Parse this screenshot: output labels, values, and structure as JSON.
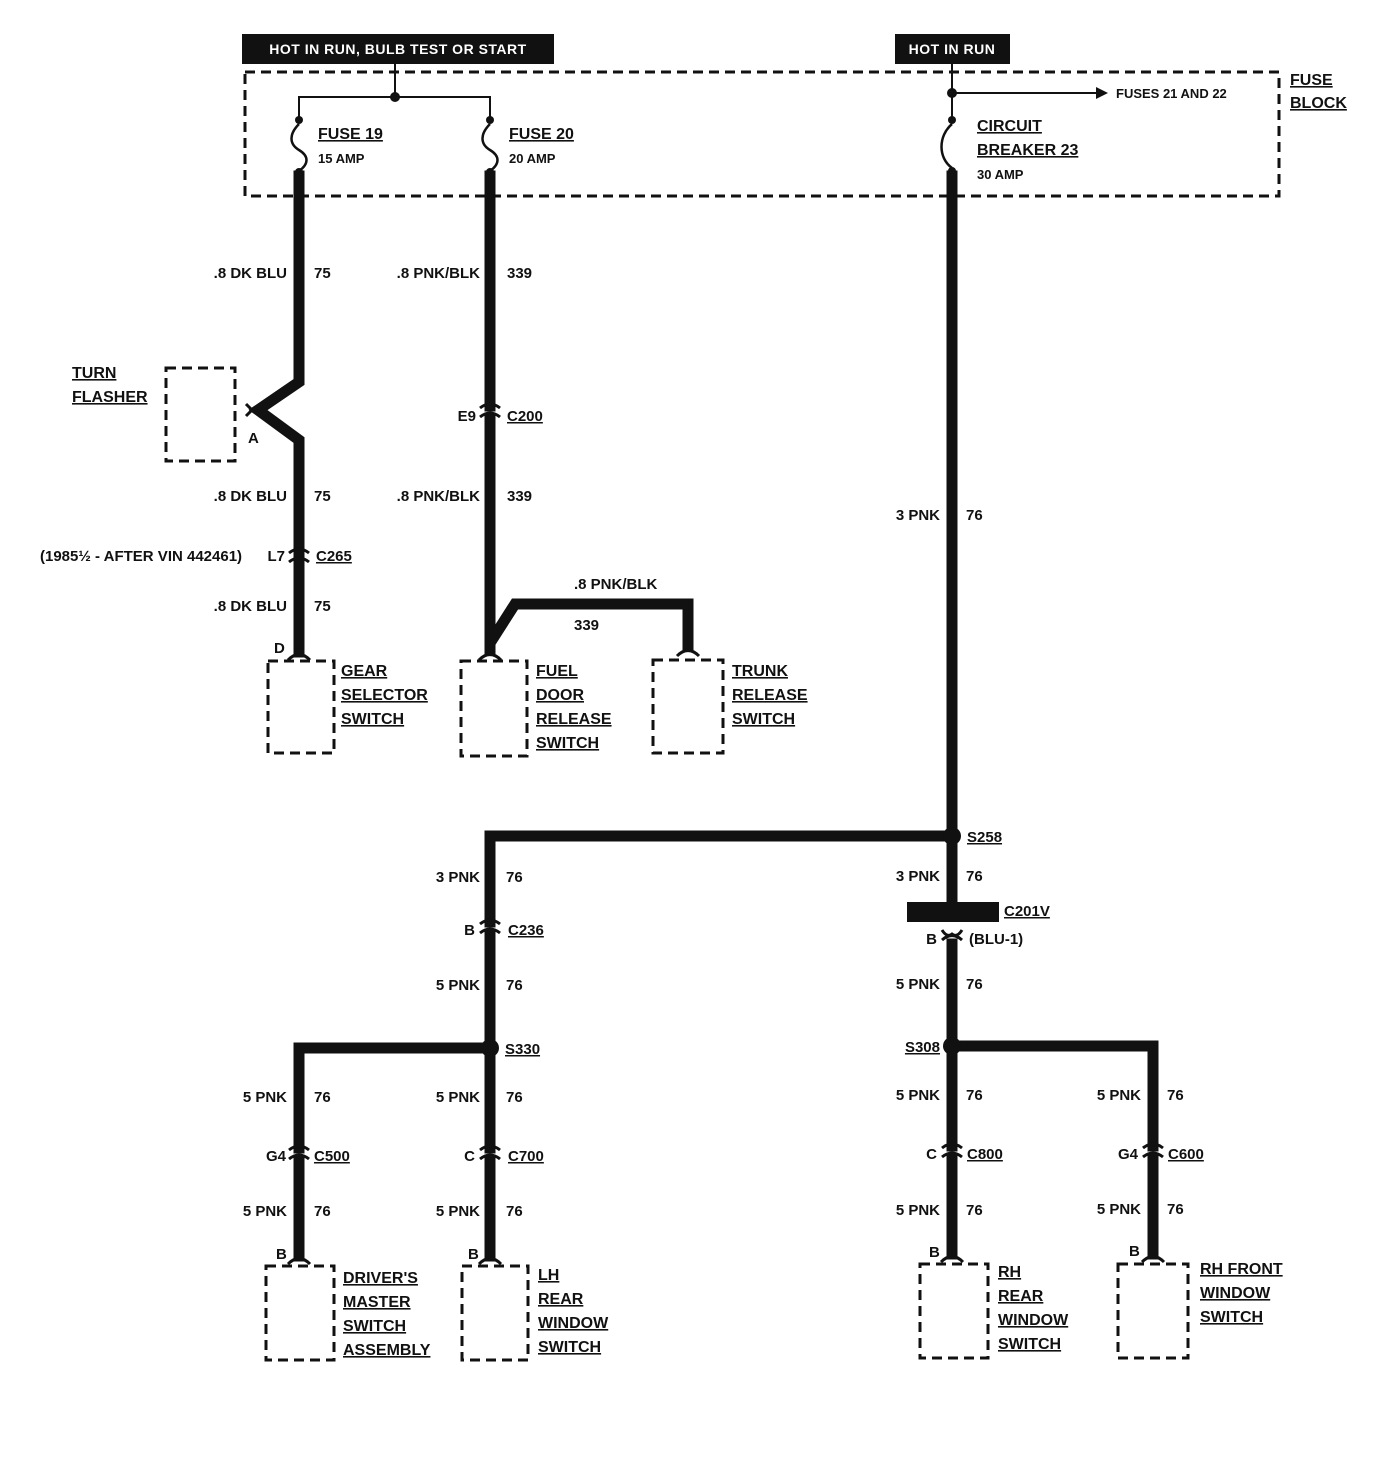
{
  "headers": {
    "left": "HOT IN RUN, BULB TEST OR START",
    "right": "HOT IN RUN"
  },
  "fuse_block": {
    "label_line1": "FUSE",
    "label_line2": "BLOCK",
    "fuse19_name": "FUSE 19",
    "fuse19_amp": "15 AMP",
    "fuse20_name": "FUSE 20",
    "fuse20_amp": "20 AMP",
    "cb23_line1": "CIRCUIT",
    "cb23_line2": "BREAKER 23",
    "cb23_amp": "30 AMP",
    "feed_note": "FUSES 21 AND 22"
  },
  "wires": {
    "w75_a_size": ".8 DK BLU",
    "w75_a_num": "75",
    "w75_b_size": ".8 DK BLU",
    "w75_b_num": "75",
    "w75_c_size": ".8 DK BLU",
    "w75_c_num": "75",
    "w339_a_size": ".8 PNK/BLK",
    "w339_a_num": "339",
    "w339_b_size": ".8 PNK/BLK",
    "w339_b_num": "339",
    "w339_c_size": ".8 PNK/BLK",
    "w339_c_num": "339",
    "w76_main_size": "3 PNK",
    "w76_main_num": "76",
    "w76_left_top_size": "3 PNK",
    "w76_left_top_num": "76",
    "w76_left_mid_size": "5 PNK",
    "w76_left_mid_num": "76",
    "w76_right_top_size": "3 PNK",
    "w76_right_top_num": "76",
    "w76_right_mid_size": "5 PNK",
    "w76_right_mid_num": "76",
    "w_drv_a_size": "5 PNK",
    "w_drv_a_num": "76",
    "w_drv_b_size": "5 PNK",
    "w_drv_b_num": "76",
    "w_lh_a_size": "5 PNK",
    "w_lh_a_num": "76",
    "w_lh_b_size": "5 PNK",
    "w_lh_b_num": "76",
    "w_rhr_a_size": "5 PNK",
    "w_rhr_a_num": "76",
    "w_rhr_b_size": "5 PNK",
    "w_rhr_b_num": "76",
    "w_rhf_a_size": "5 PNK",
    "w_rhf_a_num": "76",
    "w_rhf_b_size": "5 PNK",
    "w_rhf_b_num": "76"
  },
  "connectors": {
    "turn_pin": "A",
    "c265_pin": "L7",
    "c265": "C265",
    "c265_note": "(1985½ - AFTER VIN 442461)",
    "gear_pin": "D",
    "c200_pin": "E9",
    "c200": "C200",
    "s258": "S258",
    "c236_pin": "B",
    "c236": "C236",
    "s330": "S330",
    "c201v": "C201V",
    "c201v_pin": "B",
    "c201v_note": "(BLU-1)",
    "s308": "S308",
    "c500_pin": "G4",
    "c500": "C500",
    "c700_pin": "C",
    "c700": "C700",
    "c800_pin": "C",
    "c800": "C800",
    "c600_pin": "G4",
    "c600": "C600",
    "drv_pin": "B",
    "lh_pin": "B",
    "rhr_pin": "B",
    "rhf_pin": "B"
  },
  "components": {
    "turn_flasher": [
      "TURN",
      "FLASHER"
    ],
    "gear_selector": [
      "GEAR",
      "SELECTOR",
      "SWITCH"
    ],
    "fuel_door": [
      "FUEL",
      "DOOR",
      "RELEASE",
      "SWITCH"
    ],
    "trunk_release": [
      "TRUNK",
      "RELEASE",
      "SWITCH"
    ],
    "drivers_master": [
      "DRIVER'S",
      "MASTER",
      "SWITCH",
      "ASSEMBLY"
    ],
    "lh_rear": [
      "LH",
      "REAR",
      "WINDOW",
      "SWITCH"
    ],
    "rh_rear": [
      "RH",
      "REAR",
      "WINDOW",
      "SWITCH"
    ],
    "rh_front": [
      "RH FRONT",
      "WINDOW",
      "SWITCH"
    ]
  }
}
